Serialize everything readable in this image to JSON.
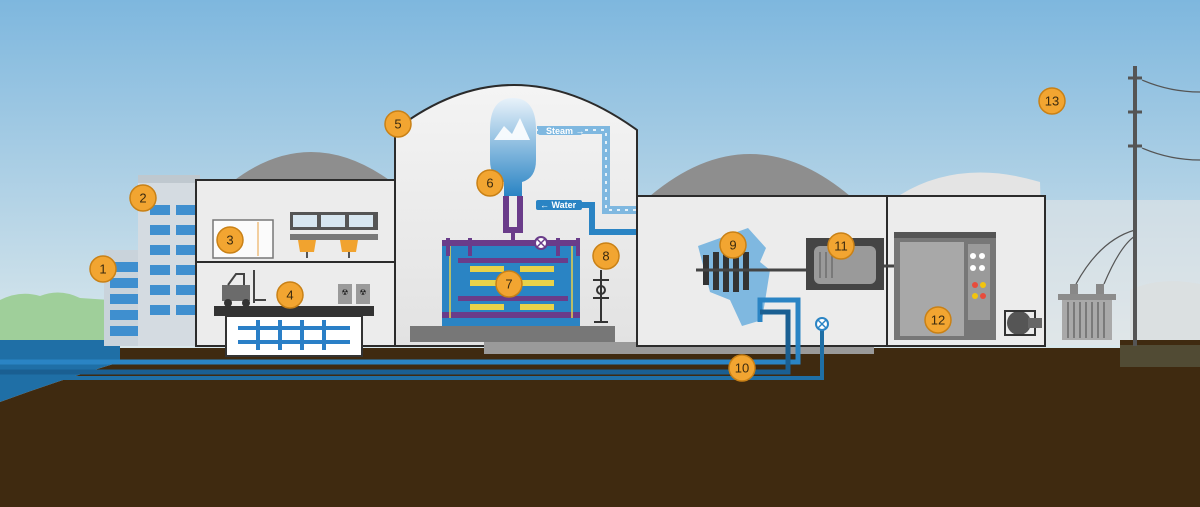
{
  "labels": {
    "steam": "Steam →",
    "water": "← Water"
  },
  "callouts": [
    "1",
    "2",
    "3",
    "4",
    "5",
    "6",
    "7",
    "8",
    "9",
    "10",
    "11",
    "12",
    "13"
  ],
  "colors": {
    "sky_top": "#7eb7de",
    "sky_bottom": "#d6e6ec",
    "ground": "#3f2a10",
    "water": "#1f6fa6",
    "pipe": "#2a84c4",
    "pipe_light": "#7fb8e0",
    "callout": "#f2a531",
    "building": "#e6e6e6",
    "dome_dark": "#8e8e8e",
    "reactor_purple": "#6a3c8a",
    "fuel_yellow": "#e8d24a"
  }
}
